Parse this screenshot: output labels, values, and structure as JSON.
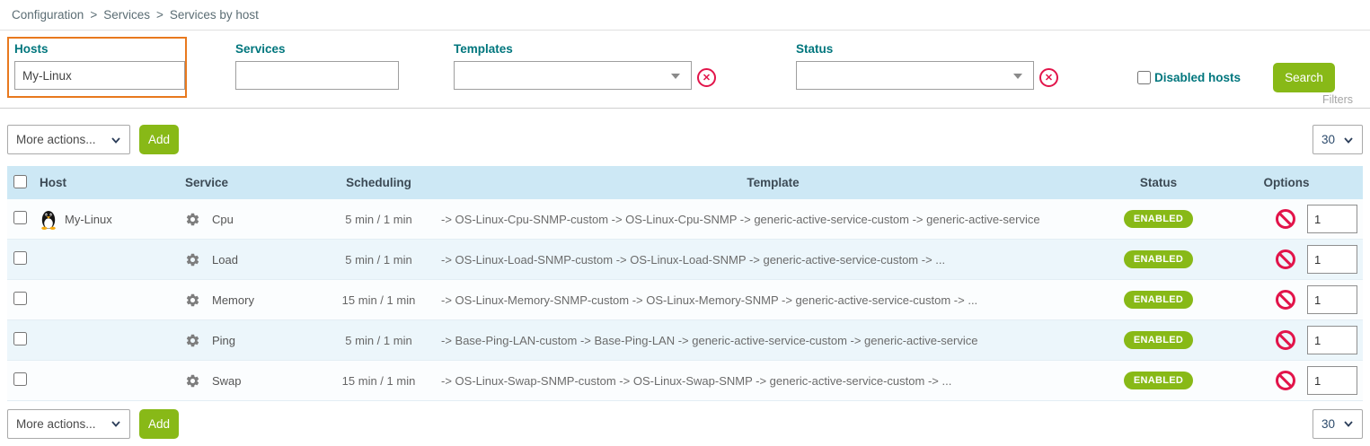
{
  "breadcrumb": {
    "items": [
      "Configuration",
      "Services",
      "Services by host"
    ],
    "separator": ">"
  },
  "filters": {
    "hosts": {
      "label": "Hosts",
      "value": "My-Linux"
    },
    "services": {
      "label": "Services",
      "value": ""
    },
    "templates": {
      "label": "Templates",
      "value": ""
    },
    "status": {
      "label": "Status",
      "value": ""
    },
    "disabled_hosts_label": "Disabled hosts",
    "search_button": "Search",
    "panel_label": "Filters"
  },
  "toolbar_top": {
    "more_actions": "More actions...",
    "add_button": "Add",
    "page_size": "30"
  },
  "toolbar_bottom": {
    "more_actions": "More actions...",
    "add_button": "Add",
    "page_size": "30"
  },
  "table": {
    "headers": [
      "Host",
      "Service",
      "Scheduling",
      "Template",
      "Status",
      "Options"
    ],
    "rows": [
      {
        "host": "My-Linux",
        "host_icon": "linux-penguin",
        "service": "Cpu",
        "scheduling": "5 min / 1 min",
        "template": "-> OS-Linux-Cpu-SNMP-custom -> OS-Linux-Cpu-SNMP -> generic-active-service-custom -> generic-active-service",
        "status": "ENABLED",
        "options_value": "1"
      },
      {
        "host": "",
        "service": "Load",
        "scheduling": "5 min / 1 min",
        "template": "-> OS-Linux-Load-SNMP-custom -> OS-Linux-Load-SNMP -> generic-active-service-custom -> ...",
        "status": "ENABLED",
        "options_value": "1"
      },
      {
        "host": "",
        "service": "Memory",
        "scheduling": "15 min / 1 min",
        "template": "-> OS-Linux-Memory-SNMP-custom -> OS-Linux-Memory-SNMP -> generic-active-service-custom -> ...",
        "status": "ENABLED",
        "options_value": "1"
      },
      {
        "host": "",
        "service": "Ping",
        "scheduling": "5 min / 1 min",
        "template": "-> Base-Ping-LAN-custom -> Base-Ping-LAN -> generic-active-service-custom -> generic-active-service",
        "status": "ENABLED",
        "options_value": "1"
      },
      {
        "host": "",
        "service": "Swap",
        "scheduling": "15 min / 1 min",
        "template": "-> OS-Linux-Swap-SNMP-custom -> OS-Linux-Swap-SNMP -> generic-active-service-custom -> ...",
        "status": "ENABLED",
        "options_value": "1"
      }
    ]
  },
  "colors": {
    "accent_green": "#88b917",
    "label_teal": "#00767d",
    "highlight_orange": "#e8791e",
    "danger_red": "#e2144a",
    "table_header_blue": "#cde8f5"
  }
}
